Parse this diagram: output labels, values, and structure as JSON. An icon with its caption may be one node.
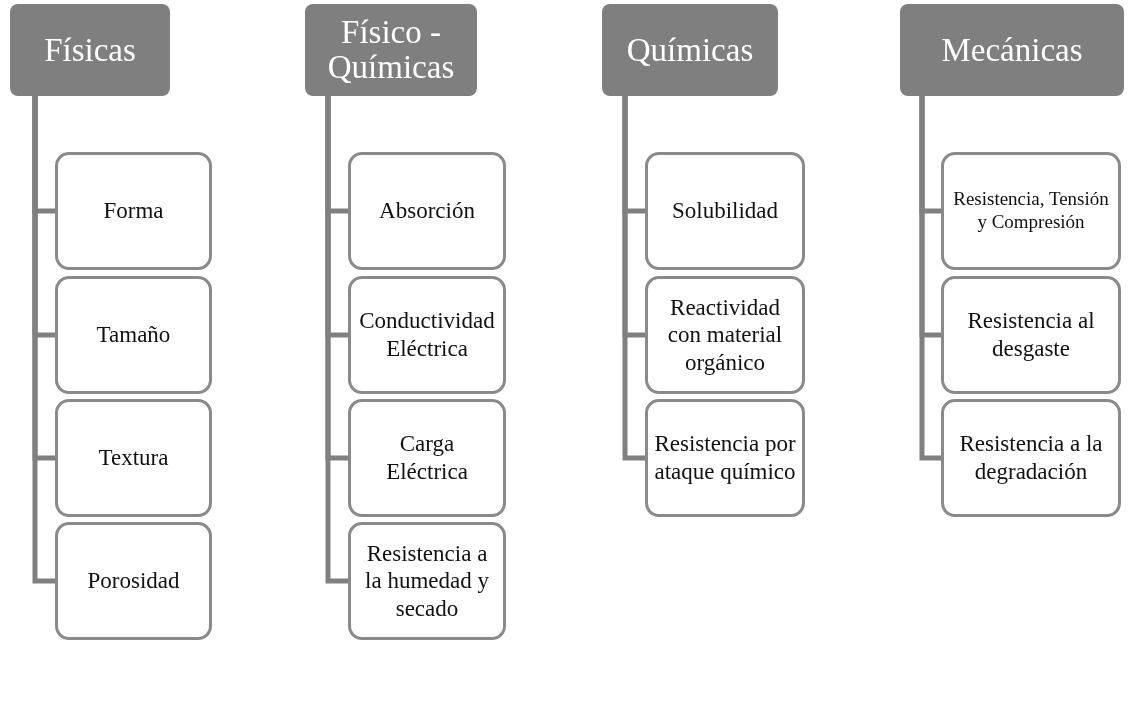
{
  "diagram": {
    "nodes": [
      {
        "text": [
          "Físicas"
        ]
      },
      {
        "text": [
          "Forma"
        ]
      },
      {
        "text": [
          "Tamaño"
        ]
      },
      {
        "text": [
          "Textura"
        ]
      },
      {
        "text": [
          "Porosidad"
        ]
      },
      {
        "text": [
          "Físico - Químicas"
        ]
      },
      {
        "text": [
          "Absorción"
        ]
      },
      {
        "text": [
          "Conductividad Eléctrica"
        ]
      },
      {
        "text": [
          "Carga Eléctrica"
        ]
      },
      {
        "text": [
          "Resistencia a la humedad y secado"
        ]
      },
      {
        "text": [
          "Químicas"
        ]
      },
      {
        "text": [
          "Solubilidad"
        ]
      },
      {
        "text": [
          "Reactividad con material orgánico"
        ]
      },
      {
        "text": [
          "Resistencia por ataque químico"
        ]
      },
      {
        "text": [
          "Mecánicas"
        ]
      },
      {
        "text": [
          "Resistencia, Tensión y Compresión"
        ]
      },
      {
        "text": [
          "Resistencia al desgaste"
        ]
      },
      {
        "text": [
          "Resistencia a la degradación"
        ]
      }
    ],
    "edges": [
      {
        "from": 0,
        "to": 1,
        "arrow": "none"
      },
      {
        "from": 0,
        "to": 2,
        "arrow": "none"
      },
      {
        "from": 0,
        "to": 3,
        "arrow": "none"
      },
      {
        "from": 0,
        "to": 4,
        "arrow": "none"
      },
      {
        "from": 5,
        "to": 6,
        "arrow": "none"
      },
      {
        "from": 5,
        "to": 7,
        "arrow": "none"
      },
      {
        "from": 5,
        "to": 8,
        "arrow": "none"
      },
      {
        "from": 5,
        "to": 9,
        "arrow": "none"
      },
      {
        "from": 10,
        "to": 11,
        "arrow": "none"
      },
      {
        "from": 10,
        "to": 12,
        "arrow": "none"
      },
      {
        "from": 10,
        "to": 13,
        "arrow": "none"
      },
      {
        "from": 14,
        "to": 15,
        "arrow": "none"
      },
      {
        "from": 14,
        "to": 16,
        "arrow": "none"
      },
      {
        "from": 14,
        "to": 17,
        "arrow": "none"
      }
    ]
  }
}
